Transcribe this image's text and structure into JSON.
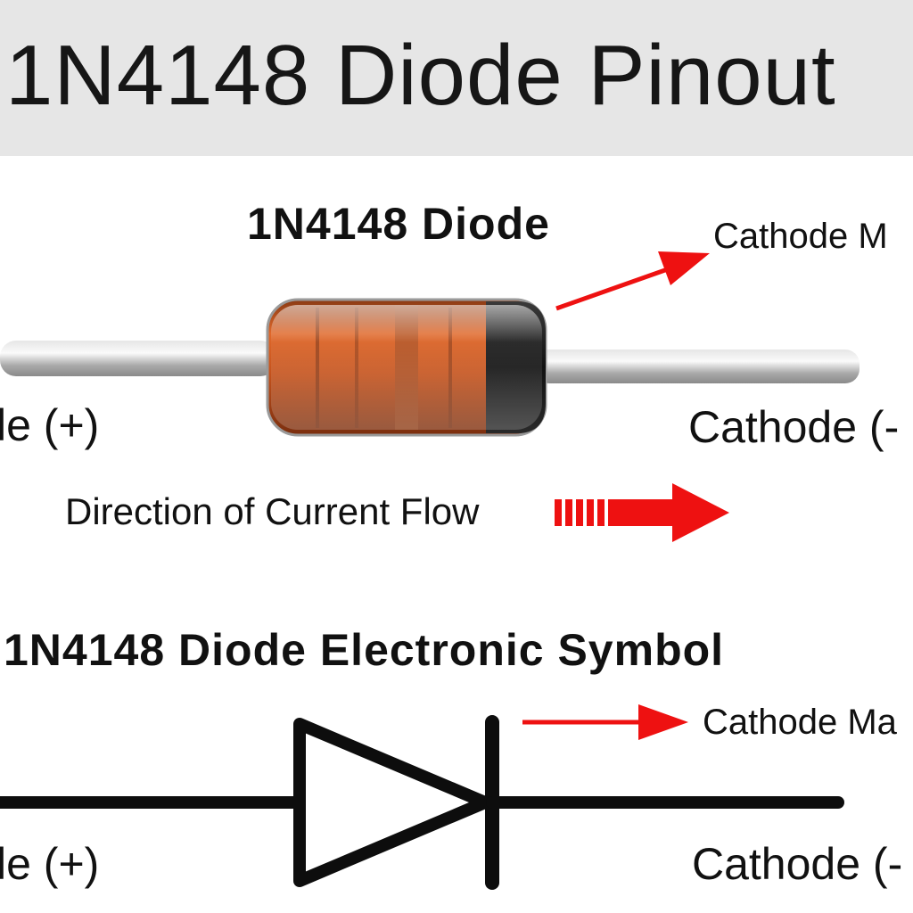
{
  "title": "1N4148 Diode Pinout",
  "photo_section": {
    "heading": "1N4148 Diode",
    "cathode_mark_label": "Cathode M",
    "anode_label": "le (+)",
    "cathode_label": "Cathode (-",
    "current_flow_label": "Direction of Current Flow"
  },
  "symbol_section": {
    "heading": "1N4148 Diode Electronic Symbol",
    "cathode_mark_label": "Cathode Ma",
    "anode_label": "le (+)",
    "cathode_label": "Cathode (-"
  },
  "colors": {
    "header_bg": "#e6e6e6",
    "arrow_red": "#ee1111",
    "diode_body_orange": "#c4521c",
    "cathode_band": "#1a1a1a",
    "lead_silver": "#bcbcbc",
    "symbol_black": "#0d0d0d"
  },
  "icons": [
    "diode-component-photo",
    "red-pointer-arrow",
    "current-flow-arrow",
    "diode-schematic-symbol"
  ]
}
